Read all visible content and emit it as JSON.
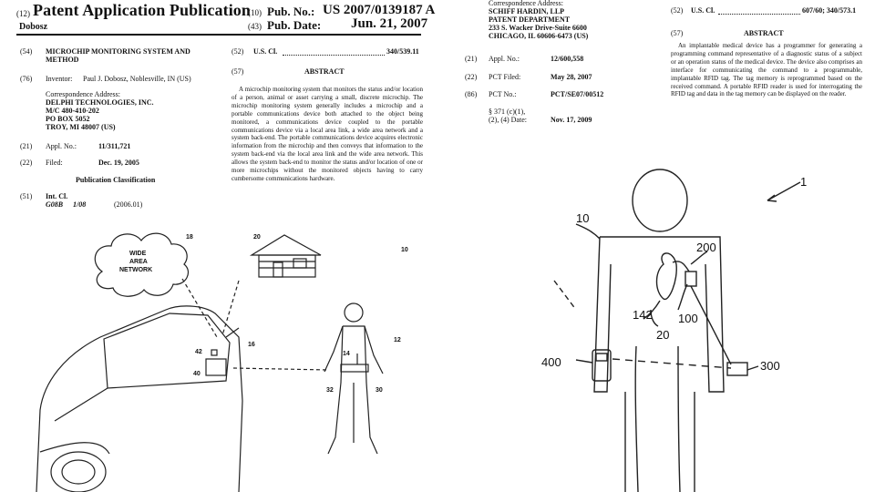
{
  "left": {
    "header": {
      "pub_type_num": "(12)",
      "pub_type": "Patent Application Publication",
      "inventor_short": "Dobosz",
      "pub_no_num": "(10)",
      "pub_no_label": "Pub. No.:",
      "pub_no_value": "US 2007/0139187 A1",
      "pub_date_num": "(43)",
      "pub_date_label": "Pub. Date:",
      "pub_date_value": "Jun. 21, 2007"
    },
    "title_num": "(54)",
    "title_line1": "MICROCHIP MONITORING SYSTEM AND",
    "title_line2": "METHOD",
    "inventor_num": "(76)",
    "inventor_label": "Inventor:",
    "inventor_value": "Paul J. Dobosz, Noblesville, IN (US)",
    "corr_label": "Correspondence Address:",
    "corr_lines": [
      "DELPHI TECHNOLOGIES, INC.",
      "M/C 480-410-202",
      "PO BOX 5052",
      "TROY, MI 48007 (US)"
    ],
    "appl_num": "(21)",
    "appl_label": "Appl. No.:",
    "appl_value": "11/311,721",
    "filed_num": "(22)",
    "filed_label": "Filed:",
    "filed_value": "Dec. 19, 2005",
    "pub_class": "Publication Classification",
    "intcl_num": "(51)",
    "intcl_label": "Int. Cl.",
    "intcl_code": "G08B",
    "intcl_sub": "1/08",
    "intcl_year": "(2006.01)",
    "uscl_num": "(52)",
    "uscl_label": "U.S. Cl.",
    "uscl_value": "340/539.11",
    "abstract_num": "(57)",
    "abstract_heading": "ABSTRACT",
    "abstract_text": "A microchip monitoring system that monitors the status and/or location of a person, animal or asset carrying a small, discrete microchip. The microchip monitoring system generally includes a microchip and a portable communications device both attached to the object being monitored, a communications device coupled to the portable communications device via a local area link, a wide area network and a system back-end. The portable communications device acquires electronic information from the microchip and then conveys that information to the system back-end via the local area link and the wide area network. This allows the system back-end to monitor the status and/or location of one or more microchips without the monitored objects having to carry cumbersome communications hardware.",
    "figure": {
      "cloud_line1": "WIDE",
      "cloud_line2": "AREA",
      "cloud_line3": "NETWORK",
      "ref_18": "18",
      "ref_20": "20",
      "ref_10": "10",
      "ref_12": "12",
      "ref_14": "14",
      "ref_16": "16",
      "ref_42": "42",
      "ref_40": "40",
      "ref_32": "32",
      "ref_30": "30"
    }
  },
  "right": {
    "corr_label": "Correspondence Address:",
    "corr_lines": [
      "SCHIFF HARDIN, LLP",
      "PATENT DEPARTMENT",
      "233 S. Wacker Drive-Suite 6600",
      "CHICAGO, IL 60606-6473 (US)"
    ],
    "appl_num": "(21)",
    "appl_label": "Appl. No.:",
    "appl_value": "12/600,558",
    "pct_filed_num": "(22)",
    "pct_filed_label": "PCT Filed:",
    "pct_filed_value": "May 28, 2007",
    "pct_no_num": "(86)",
    "pct_no_label": "PCT No.:",
    "pct_no_value": "PCT/SE07/00512",
    "s371_label_1": "§ 371 (c)(1),",
    "s371_label_2": "(2), (4) Date:",
    "s371_value": "Nov. 17, 2009",
    "uscl_num": "(52)",
    "uscl_label": "U.S. Cl.",
    "uscl_value": "607/60; 340/573.1",
    "abstract_num": "(57)",
    "abstract_heading": "ABSTRACT",
    "abstract_text": "An implantable medical device has a programmer for generating a programming command representative of a diagnostic status of a subject or an operation status of the medical device. The device also comprises an interface for communicating the command to a programmable, implantable RFID tag. The tag memory is reprogrammed based on the received command. A portable RFID reader is used for interrogating the RFID tag and data in the tag memory can be displayed on the reader.",
    "figure": {
      "ref_1": "1",
      "ref_10": "10",
      "ref_200": "200",
      "ref_142": "142",
      "ref_100": "100",
      "ref_20": "20",
      "ref_400": "400",
      "ref_300": "300"
    }
  }
}
